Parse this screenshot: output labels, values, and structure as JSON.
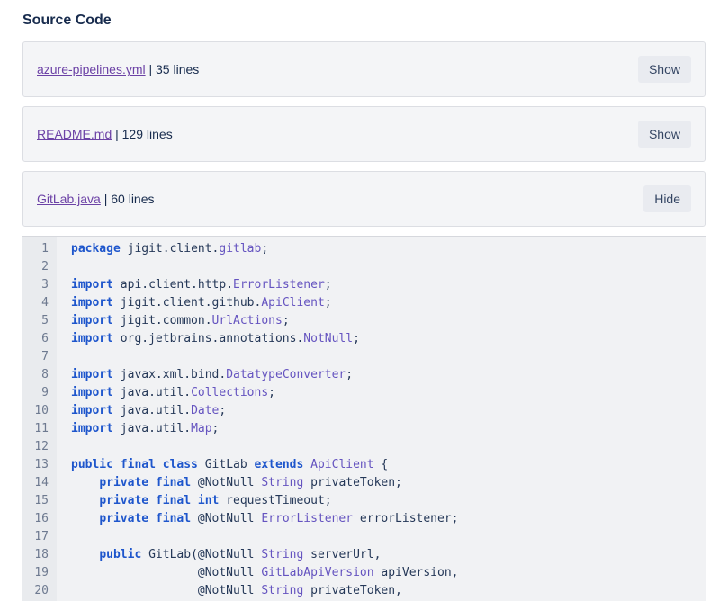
{
  "page": {
    "title": "Source Code"
  },
  "colors": {
    "heading": "#172b4d",
    "link": "#6c42a6",
    "panel_bg": "#f4f5f7",
    "panel_border": "#dcdee3",
    "button_bg": "#e9ebf0",
    "button_text": "#344563",
    "code_bg": "#f1f2f4",
    "gutter_bg": "#e9ebee",
    "line_number": "#6e7a90",
    "keyword": "#1e56cc",
    "type_name": "#6554c0",
    "plain_code": "#253858"
  },
  "files": [
    {
      "name": "azure-pipelines.yml",
      "meta": " | 35 lines",
      "button": "Show"
    },
    {
      "name": "README.md",
      "meta": " | 129 lines",
      "button": "Show"
    },
    {
      "name": "GitLab.java",
      "meta": " | 60 lines",
      "button": "Hide"
    }
  ],
  "code": {
    "language": "java",
    "lines": [
      {
        "num": "1",
        "segments": [
          [
            "kw",
            "package"
          ],
          [
            "pl",
            " jigit.client."
          ],
          [
            "ty",
            "gitlab"
          ],
          [
            "pl",
            ";"
          ]
        ]
      },
      {
        "num": "2",
        "segments": []
      },
      {
        "num": "3",
        "segments": [
          [
            "kw",
            "import"
          ],
          [
            "pl",
            " api.client.http."
          ],
          [
            "ty",
            "ErrorListener"
          ],
          [
            "pl",
            ";"
          ]
        ]
      },
      {
        "num": "4",
        "segments": [
          [
            "kw",
            "import"
          ],
          [
            "pl",
            " jigit.client.github."
          ],
          [
            "ty",
            "ApiClient"
          ],
          [
            "pl",
            ";"
          ]
        ]
      },
      {
        "num": "5",
        "segments": [
          [
            "kw",
            "import"
          ],
          [
            "pl",
            " jigit.common."
          ],
          [
            "ty",
            "UrlActions"
          ],
          [
            "pl",
            ";"
          ]
        ]
      },
      {
        "num": "6",
        "segments": [
          [
            "kw",
            "import"
          ],
          [
            "pl",
            " org.jetbrains.annotations."
          ],
          [
            "ty",
            "NotNull"
          ],
          [
            "pl",
            ";"
          ]
        ]
      },
      {
        "num": "7",
        "segments": []
      },
      {
        "num": "8",
        "segments": [
          [
            "kw",
            "import"
          ],
          [
            "pl",
            " javax.xml.bind."
          ],
          [
            "ty",
            "DatatypeConverter"
          ],
          [
            "pl",
            ";"
          ]
        ]
      },
      {
        "num": "9",
        "segments": [
          [
            "kw",
            "import"
          ],
          [
            "pl",
            " java.util."
          ],
          [
            "ty",
            "Collections"
          ],
          [
            "pl",
            ";"
          ]
        ]
      },
      {
        "num": "10",
        "segments": [
          [
            "kw",
            "import"
          ],
          [
            "pl",
            " java.util."
          ],
          [
            "ty",
            "Date"
          ],
          [
            "pl",
            ";"
          ]
        ]
      },
      {
        "num": "11",
        "segments": [
          [
            "kw",
            "import"
          ],
          [
            "pl",
            " java.util."
          ],
          [
            "ty",
            "Map"
          ],
          [
            "pl",
            ";"
          ]
        ]
      },
      {
        "num": "12",
        "segments": []
      },
      {
        "num": "13",
        "segments": [
          [
            "kw",
            "public final class"
          ],
          [
            "pl",
            " GitLab "
          ],
          [
            "kw",
            "extends"
          ],
          [
            "pl",
            " "
          ],
          [
            "ty",
            "ApiClient"
          ],
          [
            "pl",
            " {"
          ]
        ]
      },
      {
        "num": "14",
        "segments": [
          [
            "pl",
            "    "
          ],
          [
            "kw",
            "private final"
          ],
          [
            "pl",
            " @NotNull "
          ],
          [
            "ty",
            "String"
          ],
          [
            "pl",
            " privateToken;"
          ]
        ]
      },
      {
        "num": "15",
        "segments": [
          [
            "pl",
            "    "
          ],
          [
            "kw",
            "private final int"
          ],
          [
            "pl",
            " requestTimeout;"
          ]
        ]
      },
      {
        "num": "16",
        "segments": [
          [
            "pl",
            "    "
          ],
          [
            "kw",
            "private final"
          ],
          [
            "pl",
            " @NotNull "
          ],
          [
            "ty",
            "ErrorListener"
          ],
          [
            "pl",
            " errorListener;"
          ]
        ]
      },
      {
        "num": "17",
        "segments": []
      },
      {
        "num": "18",
        "segments": [
          [
            "pl",
            "    "
          ],
          [
            "kw",
            "public"
          ],
          [
            "pl",
            " GitLab(@NotNull "
          ],
          [
            "ty",
            "String"
          ],
          [
            "pl",
            " serverUrl,"
          ]
        ]
      },
      {
        "num": "19",
        "segments": [
          [
            "pl",
            "                  @NotNull "
          ],
          [
            "ty",
            "GitLabApiVersion"
          ],
          [
            "pl",
            " apiVersion,"
          ]
        ]
      },
      {
        "num": "20",
        "segments": [
          [
            "pl",
            "                  @NotNull "
          ],
          [
            "ty",
            "String"
          ],
          [
            "pl",
            " privateToken,"
          ]
        ]
      }
    ]
  }
}
